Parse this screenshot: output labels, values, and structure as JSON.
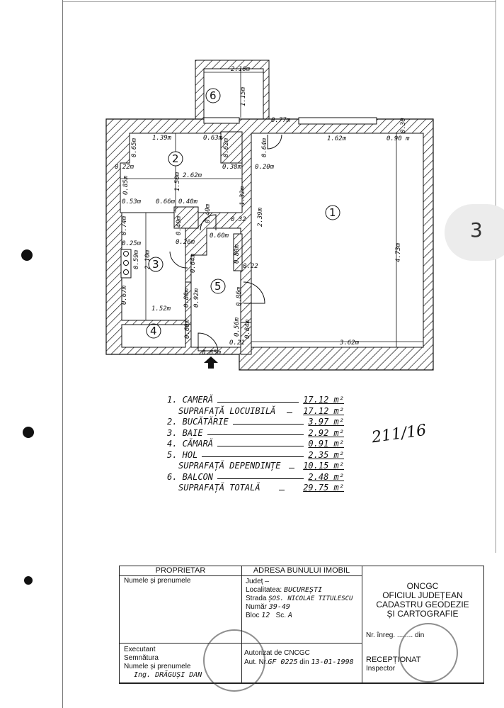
{
  "page_tab": "3",
  "handwritten_note": "211/16",
  "plan": {
    "rooms": [
      "1",
      "2",
      "3",
      "4",
      "5",
      "6"
    ],
    "dims": [
      "2.16m",
      "1.15m",
      "0.77m",
      "1.39m",
      "0.63m",
      "0.62m",
      "0.64m",
      "1.62m",
      "0.90 m",
      "0.30",
      "0.65m",
      "0.22m",
      "0.38m",
      "0.20m",
      "2.62m",
      "1.50m",
      "0.85m",
      "1.32m",
      "0.53m",
      "0.66m",
      "0.40m",
      "0.74m",
      "0.40m",
      "0.40m",
      "2.39m",
      "0.32",
      "0.25m",
      "0.26m",
      "0.60m",
      "0.59m",
      "2.10m",
      "0.80m",
      "0.64m",
      "0.22",
      "0.67m",
      "1.52m",
      "0.80m",
      "0.92m",
      "0.86m",
      "4.73m",
      "0.60m",
      "0.56m",
      "0.84m",
      "0.21",
      "3.62m",
      "0.85m"
    ]
  },
  "areas": [
    {
      "label": "1. CAMERĂ",
      "value": "17.12 m²"
    },
    {
      "label": "SUPRAFAȚĂ LOCUIBILĂ",
      "value": "17.12 m²"
    },
    {
      "label": "2. BUCĂTĂRIE",
      "value": "3.97 m²"
    },
    {
      "label": "3. BAIE",
      "value": "2.92 m²"
    },
    {
      "label": "4. CĂMARĂ",
      "value": "0.91 m²"
    },
    {
      "label": "5. HOL",
      "value": "2.35 m²"
    },
    {
      "label": "SUPRAFAȚĂ DEPENDINȚE",
      "value": "10.15 m²"
    },
    {
      "label": "6. BALCON",
      "value": "2.48 m²"
    },
    {
      "label": "SUPRAFAȚĂ TOTALĂ",
      "value": "29.75 m²"
    }
  ],
  "table": {
    "owner_header": "PROPRIETAR",
    "owner_name_label": "Numele și prenumele",
    "address_header": "ADRESA BUNULUI IMOBIL",
    "judet_label": "Județ",
    "judet_value": "—",
    "localitate_label": "Localitatea:",
    "localitate_value": "BUCUREȘTI",
    "strada_label": "Strada",
    "strada_value": "ȘOS. NICOLAE TITULESCU",
    "numar_label": "Număr",
    "numar_value": "39-49",
    "bloc_label": "Bloc",
    "bloc_value": "12",
    "scara_label": "Sc.",
    "scara_value": "A",
    "executant_label": "Executant",
    "semnatura_label": "Semnătura",
    "exec_name_label": "Numele și prenumele",
    "exec_name_value": "Ing. DRĂGUȘI DAN",
    "authorized_label": "Autorizat de CNCGC",
    "aut_label": "Aut. Nr.",
    "aut_value": "GF 0225",
    "din_label": "din",
    "din_value": "13-01-1998",
    "office_lines": [
      "ONCGC",
      "OFICIUL JUDEȚEAN",
      "CADASTRU GEODEZIE",
      "ȘI CARTOGRAFIE"
    ],
    "reg_label": "Nr. înreg.",
    "reg_din": "din",
    "received_label": "RECEPȚIONAT",
    "inspector_label": "Inspector"
  }
}
